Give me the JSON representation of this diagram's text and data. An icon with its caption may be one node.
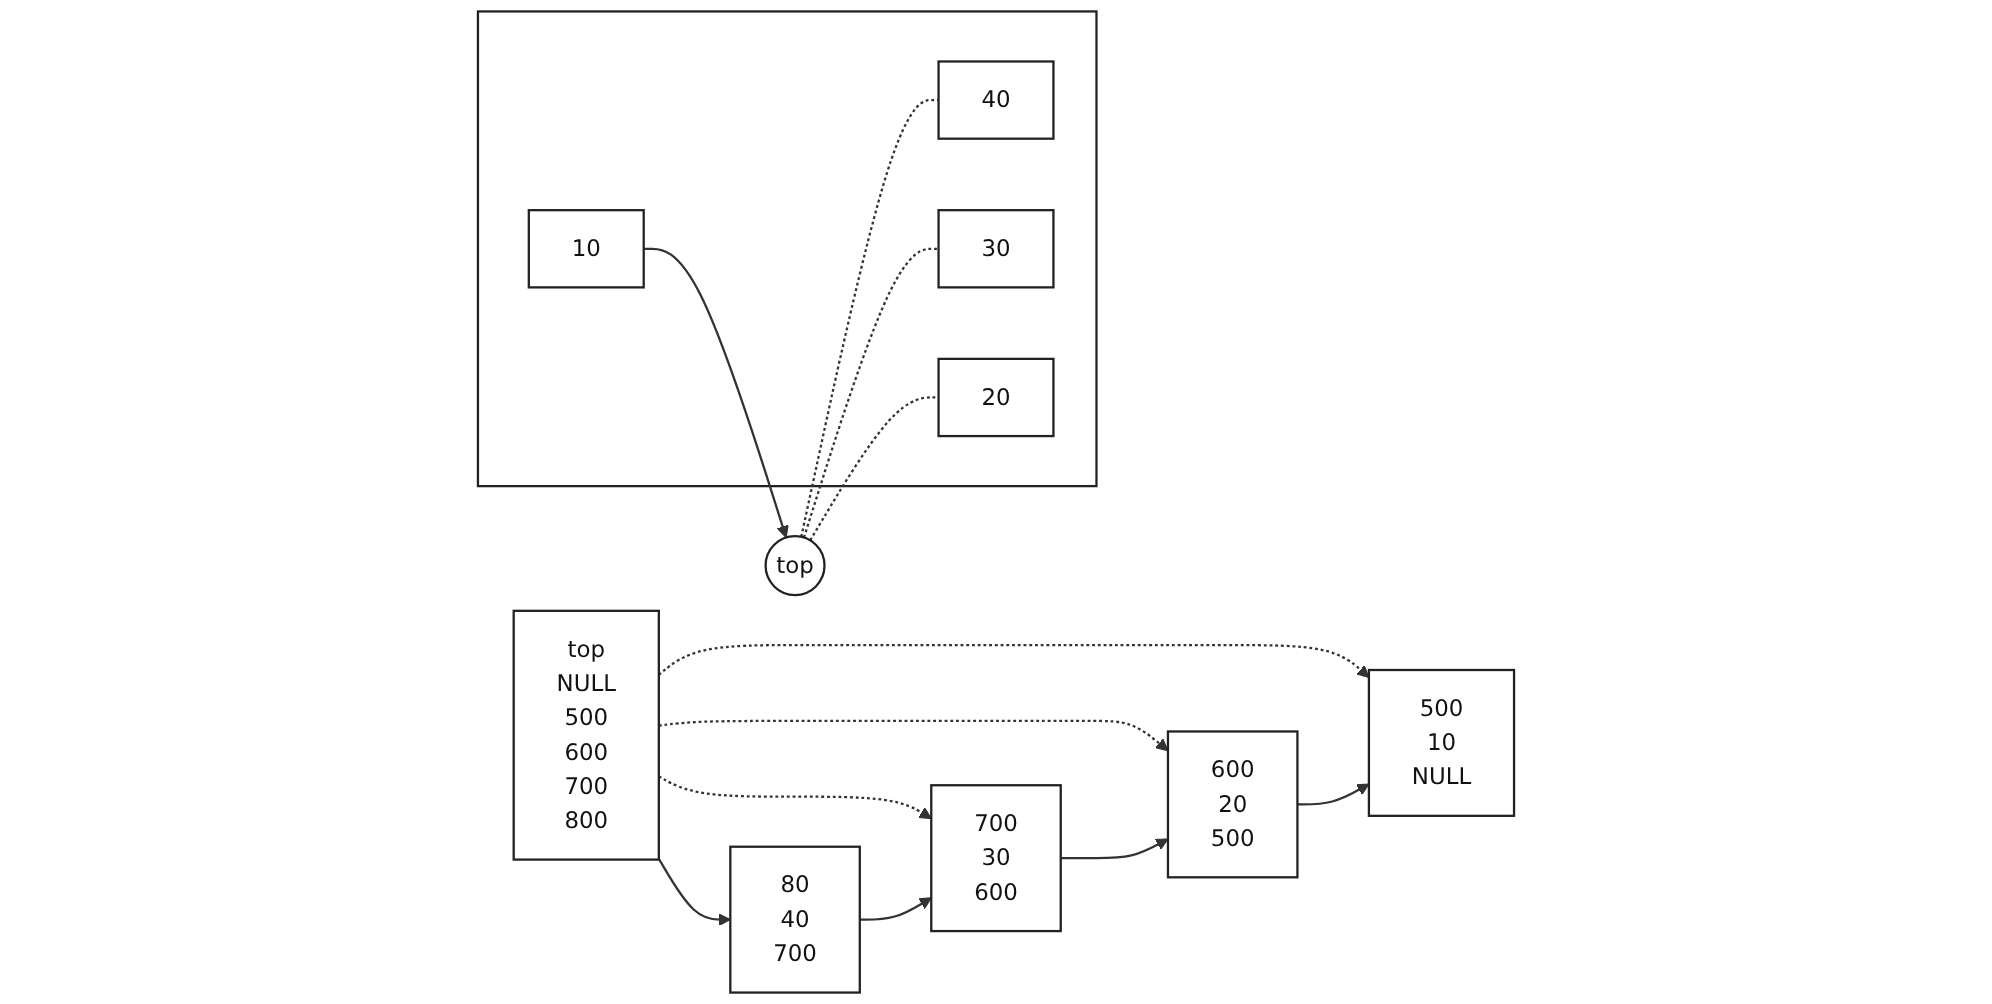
{
  "diagram": {
    "nodes": [
      {
        "text": [
          "top",
          "NULL",
          "500",
          "600",
          "700",
          "800"
        ]
      },
      {
        "text": [
          "500",
          "10",
          "NULL"
        ]
      },
      {
        "text": [
          "600",
          "20",
          "500"
        ]
      },
      {
        "text": [
          "700",
          "30",
          "600"
        ]
      },
      {
        "text": [
          "80",
          "40",
          "700"
        ]
      },
      {
        "text": [
          "top"
        ]
      },
      {
        "text": [],
        "shape": "box"
      },
      {
        "text": [
          "40"
        ],
        "in": 6
      },
      {
        "text": [
          "30"
        ],
        "in": 6
      },
      {
        "text": [
          "20"
        ],
        "in": 6
      },
      {
        "text": [
          "10"
        ],
        "in": 6
      }
    ],
    "edges": [
      {
        "from": 0,
        "to": 1,
        "arrow": "to",
        "style": "dashed"
      },
      {
        "from": 0,
        "to": 2,
        "arrow": "to",
        "style": "dashed"
      },
      {
        "from": 0,
        "to": 3,
        "arrow": "to",
        "style": "dashed"
      },
      {
        "from": 0,
        "to": 4,
        "arrow": "to"
      },
      {
        "from": 2,
        "to": 1,
        "arrow": "to"
      },
      {
        "from": 3,
        "to": 2,
        "arrow": "to"
      },
      {
        "from": 4,
        "to": 3,
        "arrow": "to"
      },
      {
        "from": 5,
        "to": 7,
        "arrow": "none",
        "style": "dashed"
      },
      {
        "from": 5,
        "to": 8,
        "arrow": "none",
        "style": "dashed"
      },
      {
        "from": 5,
        "to": 9,
        "arrow": "none",
        "style": "dashed"
      },
      {
        "from": 10,
        "to": 5,
        "arrow": "to"
      }
    ]
  }
}
